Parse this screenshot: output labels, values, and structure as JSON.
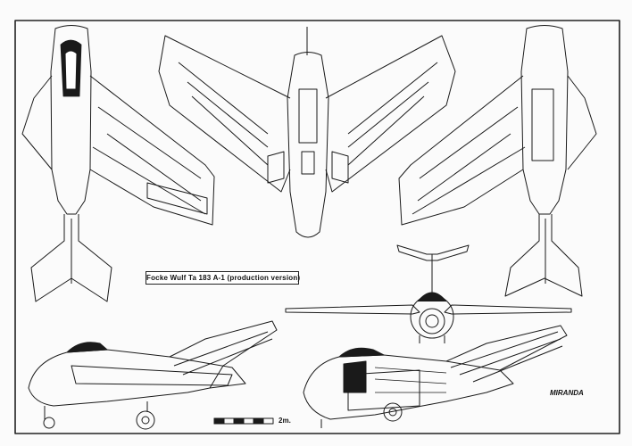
{
  "drawing": {
    "title": "Focke Wulf Ta 183 A-1 (production version)",
    "scale_label": "2m.",
    "signature": "MIRANDA"
  },
  "colors": {
    "ink": "#1a1a1a",
    "paper": "#fbfbfb",
    "frame": "#222222"
  },
  "views": [
    "top-view",
    "front-underside-view",
    "bottom-view",
    "front-view",
    "side-view",
    "cutaway-side-view"
  ]
}
